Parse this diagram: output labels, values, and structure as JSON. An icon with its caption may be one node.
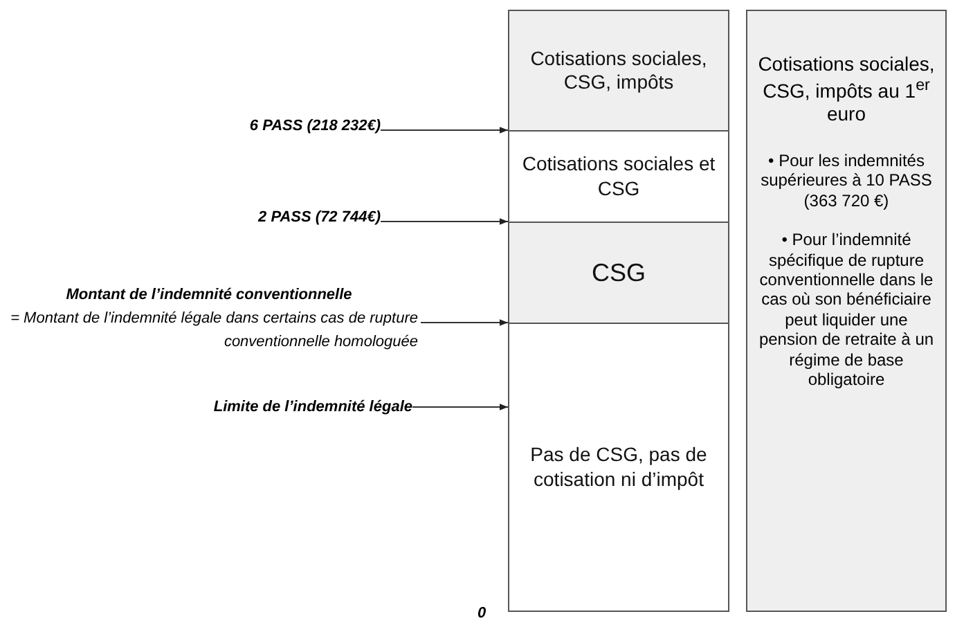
{
  "diagram": {
    "nodes": [
      {
        "text": [
          "6 PASS (218 232€)"
        ]
      },
      {
        "text": [
          "2 PASS (72 744€)"
        ]
      },
      {
        "text": [
          "Montant de l’indemnité conventionnelle",
          "= Montant de l’indemnité légale dans certains cas de rupture conventionnelle homologuée"
        ]
      },
      {
        "text": [
          "Limite de l’indemnité légale"
        ]
      },
      {
        "text": [
          "Cotisations sociales, CSG, impôts"
        ]
      },
      {
        "text": [
          "Cotisations sociales et CSG"
        ]
      },
      {
        "text": [
          "CSG"
        ]
      },
      {
        "text": [
          "Pas de CSG, pas de cotisation ni d’impôt"
        ]
      },
      {
        "text": [
          "Cotisations sociales, CSG, impôts au 1$^{er}$ euro",
          "• Pour les indemnités supérieures à 10 PASS (363 720 €)",
          "• Pour l’indemnité spécifique de rupture conventionnelle dans le cas où son bénéficiaire peut liquider une pension de retraite à un régime de base obligatoire"
        ]
      }
    ],
    "edges": [
      {
        "from": 0,
        "to": 5,
        "arrow": "to"
      },
      {
        "from": 1,
        "to": 6,
        "arrow": "to"
      },
      {
        "from": 2,
        "to": 7,
        "arrow": "to"
      },
      {
        "from": 3,
        "to": 7,
        "arrow": "to"
      }
    ],
    "labels": [
      "0"
    ]
  }
}
